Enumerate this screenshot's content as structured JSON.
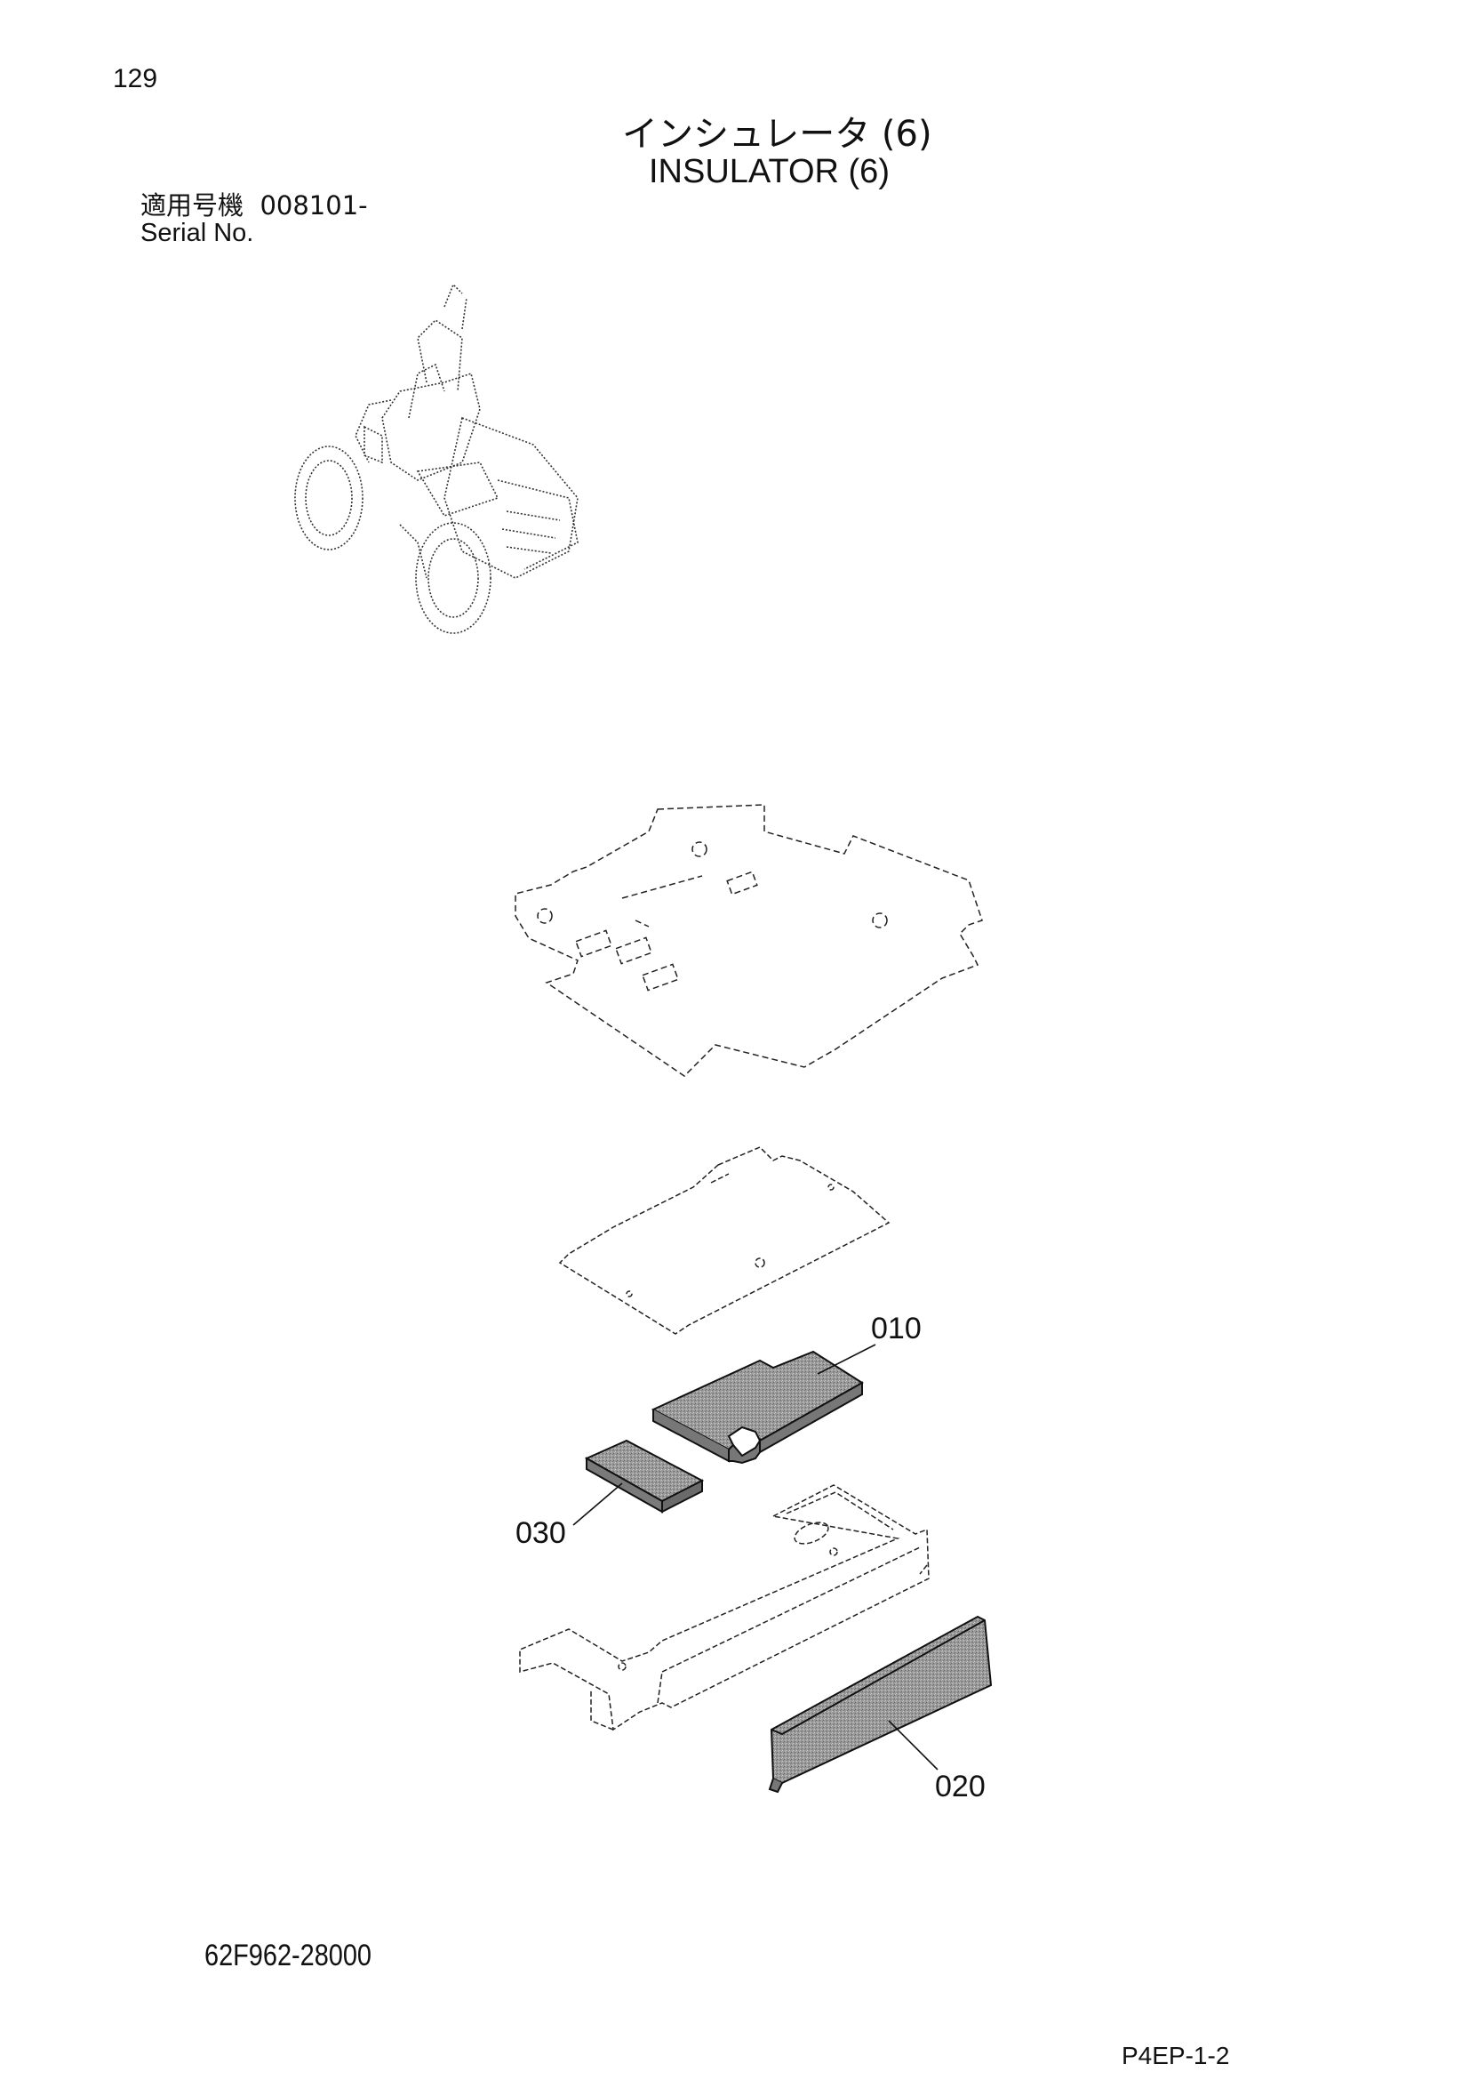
{
  "page": {
    "number": "129",
    "sheet_code": "P4EP-1-2",
    "drawing_number": "62F962-28000"
  },
  "title": {
    "japanese": "インシュレータ (6)",
    "english": "INSULATOR (6)"
  },
  "serial": {
    "label_jp": "適用号機",
    "value": "008101-",
    "label_en": "Serial No."
  },
  "callouts": {
    "part_010": "010",
    "part_020": "020",
    "part_030": "030"
  }
}
